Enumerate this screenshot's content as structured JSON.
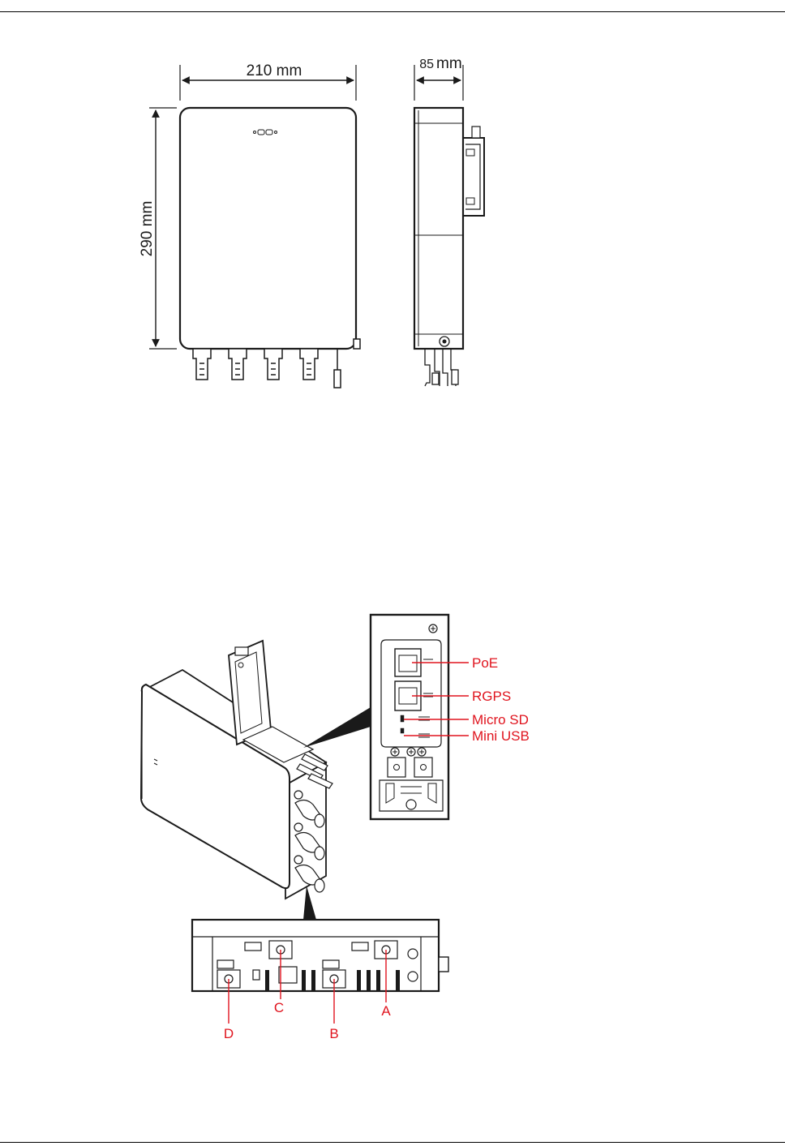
{
  "dimensions": {
    "width": "210 mm",
    "height": "290 mm",
    "depth_value": "85",
    "depth_unit": "mm"
  },
  "port_labels": [
    "PoE",
    "RGPS",
    "Micro SD",
    "Mini USB"
  ],
  "connector_labels": [
    "A",
    "B",
    "C",
    "D"
  ],
  "colors": {
    "callout": "#e0141e",
    "line": "#1a1a1a"
  }
}
